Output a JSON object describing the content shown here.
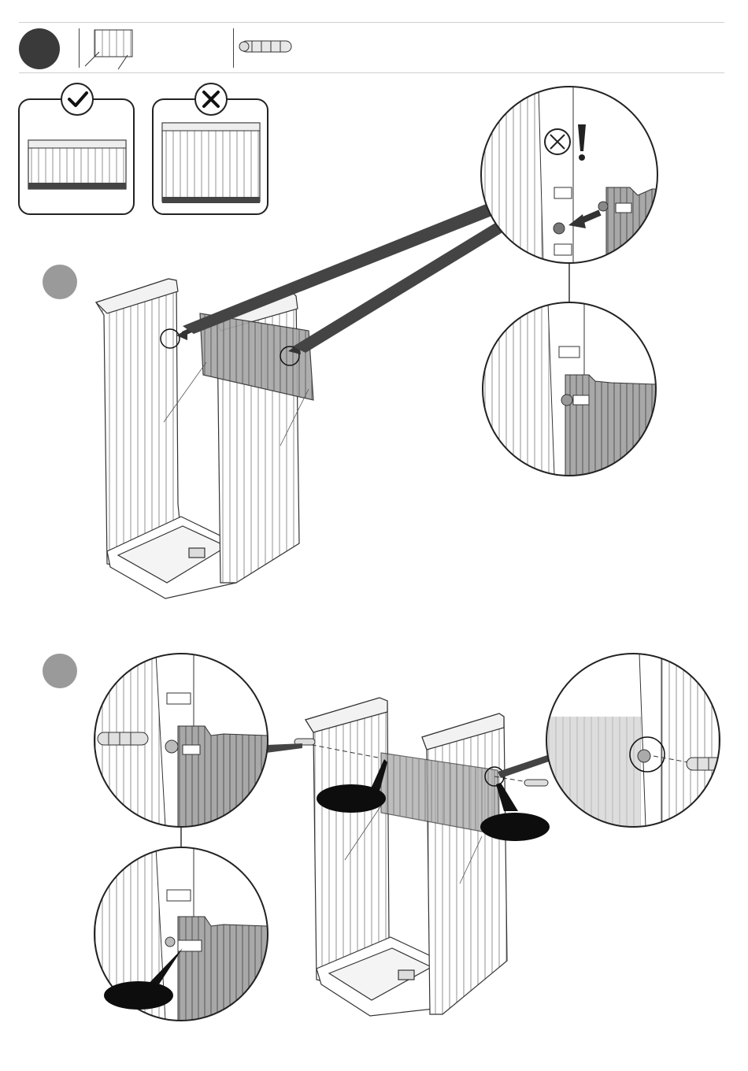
{
  "colors": {
    "step_dark": "#3a3a3a",
    "step_gray": "#9a9a9a",
    "panel_gray": "#a8a8a8",
    "callout_black": "#0d0d0d",
    "line": "#2a2a2a"
  },
  "header": {
    "parts": [
      {
        "name": "panel-part",
        "icon": "back-panel-icon"
      },
      {
        "name": "dowel-part",
        "icon": "dowel-icon"
      }
    ]
  },
  "orientation": {
    "correct": {
      "icon": "check-icon"
    },
    "incorrect": {
      "icon": "cross-icon"
    }
  },
  "steps": [
    {
      "icon": "step-marker-1"
    },
    {
      "icon": "step-marker-2"
    },
    {
      "icon": "step-marker-3"
    }
  ],
  "warnings": [
    {
      "icon": "exclamation-icon"
    }
  ]
}
